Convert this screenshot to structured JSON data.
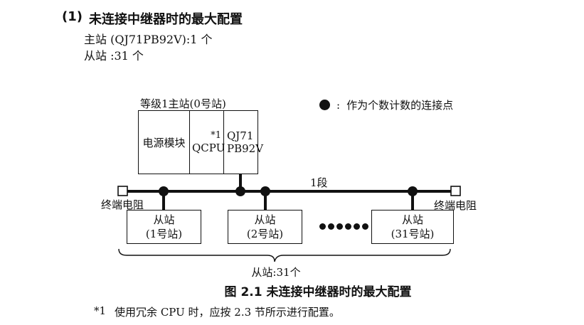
{
  "colors": {
    "background": "#ffffff",
    "ink": "#111111"
  },
  "heading": {
    "number": "(1)",
    "title": "未连接中继器时的最大配置",
    "line1": "主站 (QJ71PB92V):1 个",
    "line2": "从站 :31 个"
  },
  "diagram": {
    "master": {
      "label": "等级1主站(0号站)",
      "modules": [
        {
          "name": "电源模块"
        },
        {
          "name": "QCPU",
          "note": "*1"
        },
        {
          "line1": "QJ71",
          "line2": "PB92V"
        }
      ]
    },
    "legend": {
      "symbol_name": "connection-point-dot",
      "separator": ":",
      "text": "作为个数计数的连接点"
    },
    "segment_label": "1段",
    "terminator_left_label": "终端电阻",
    "terminator_right_label": "终端电阻",
    "slaves": [
      {
        "line1": "从站",
        "line2": "(1号站)"
      },
      {
        "line1": "从站",
        "line2": "(2号站)"
      },
      {
        "line1": "从站",
        "line2": "(31号站)"
      }
    ],
    "brace_label": "从站:31个"
  },
  "caption": "图 2.1 未连接中继器时的最大配置",
  "footnote": {
    "marker": "*1",
    "text": "使用冗余 CPU 时，应按 2.3 节所示进行配置。"
  }
}
